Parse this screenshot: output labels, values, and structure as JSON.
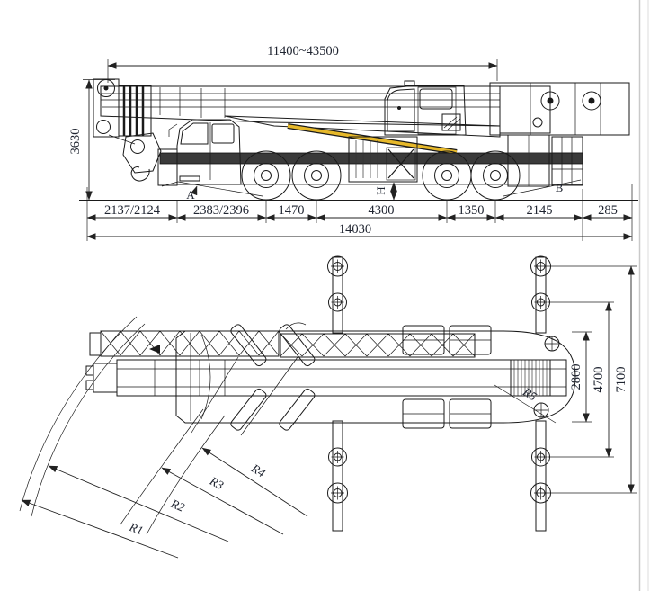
{
  "drawing": {
    "subject": "truck-crane-dimensional-drawing",
    "colors": {
      "crane_yellow": "#F0C12E",
      "outline_black": "#1A1A1A",
      "metal_grey": "#A6A6A6",
      "dim_text": "#1F2430"
    },
    "side_view": {
      "boom_length_range": "11400~43500",
      "overall_height": "3630",
      "overall_length": "14030",
      "ground_segments": [
        "2137/2124",
        "2383/2396",
        "1470",
        "4300",
        "1350",
        "2145",
        "285"
      ],
      "approach_angle_label": "A",
      "departure_angle_label": "B",
      "ground_clearance_label": "H"
    },
    "top_view": {
      "vehicle_width": "2800",
      "outrigger_span_mid": "4700",
      "outrigger_span_full": "7100",
      "tail_radius_label": "R5",
      "turning_radius_labels": [
        "R1",
        "R2",
        "R3",
        "R4"
      ]
    }
  }
}
